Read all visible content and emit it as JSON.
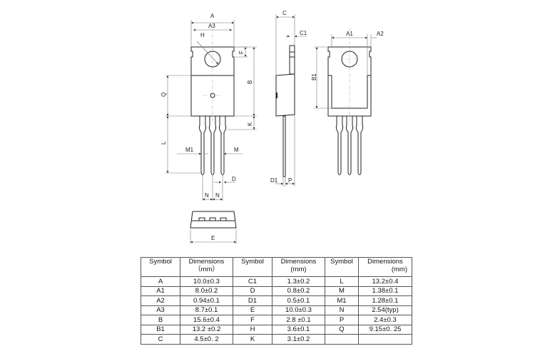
{
  "drawing": {
    "front_view_labels": {
      "A": "A",
      "A3": "A3",
      "H": "H",
      "F": "F",
      "B": "B",
      "Q": "Q",
      "K": "K",
      "L": "L",
      "M1": "M1",
      "M": "M",
      "D": "D",
      "N1": "N",
      "N2": "N"
    },
    "side_view_labels": {
      "C": "C",
      "C1": "C1",
      "D1": "D1",
      "P": "P"
    },
    "back_view_labels": {
      "A1": "A1",
      "A2": "A2",
      "B1": "B1"
    },
    "bottom_view_labels": {
      "E": "E"
    }
  },
  "table": {
    "headers": [
      {
        "symbol": "Symbol",
        "dim_line1": "Dimensions",
        "dim_line2": "（mm）"
      },
      {
        "symbol": "Symbol",
        "dim_line1": "Dimensions",
        "dim_line2": "(mm)"
      },
      {
        "symbol": "Symbol",
        "dim_line1": "Dimensions",
        "dim_line2": "(mm)"
      }
    ],
    "rows": [
      [
        {
          "s": "A",
          "v": "10.0±0.3"
        },
        {
          "s": "C1",
          "v": "1.3±0.2"
        },
        {
          "s": "L",
          "v": "13.2±0.4"
        }
      ],
      [
        {
          "s": "A1",
          "v": "8.0±0.2"
        },
        {
          "s": "D",
          "v": "0.8±0.2"
        },
        {
          "s": "M",
          "v": "1.38±0.1"
        }
      ],
      [
        {
          "s": "A2",
          "v": "0.94±0.1"
        },
        {
          "s": "D1",
          "v": "0.5±0.1"
        },
        {
          "s": "M1",
          "v": "1.28±0.1"
        }
      ],
      [
        {
          "s": "A3",
          "v": "8.7±0.1"
        },
        {
          "s": "E",
          "v": "10.0±0.3"
        },
        {
          "s": "N",
          "v": "2.54(typ)"
        }
      ],
      [
        {
          "s": "B",
          "v": "15.6±0.4"
        },
        {
          "s": "F",
          "v": "2.8 ±0.1"
        },
        {
          "s": "P",
          "v": "2.4±0.3"
        }
      ],
      [
        {
          "s": "B1",
          "v": "13.2 ±0.2"
        },
        {
          "s": "H",
          "v": "3.6±0.1"
        },
        {
          "s": "Q",
          "v": "9.15±0. 25"
        }
      ],
      [
        {
          "s": "C",
          "v": "4.5±0. 2"
        },
        {
          "s": "K",
          "v": "3.1±0.2"
        },
        {
          "s": "",
          "v": ""
        }
      ]
    ]
  }
}
